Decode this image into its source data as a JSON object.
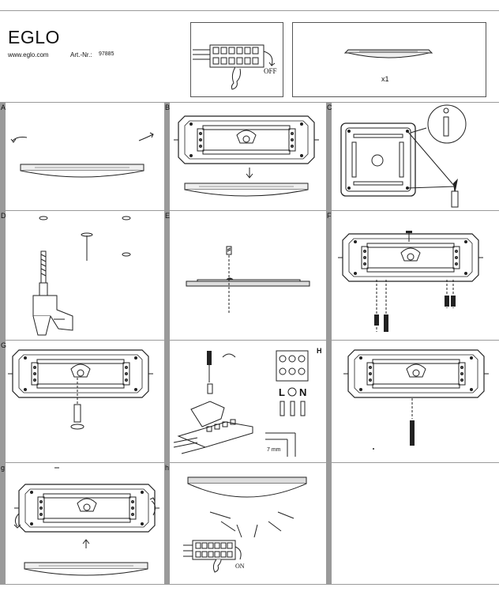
{
  "header": {
    "brand": "EGLO",
    "website": "www.eglo.com",
    "art_label": "Art.-Nr.:",
    "art_number": "97885"
  },
  "top_boxes": {
    "power_off_label": "OFF",
    "quantity_label": "x1"
  },
  "steps": [
    {
      "label": "A",
      "icon": "lamp-cover-rotate"
    },
    {
      "label": "B",
      "icon": "remove-diffuser"
    },
    {
      "label": "C",
      "icon": "mark-drill-holes"
    },
    {
      "label": "D",
      "icon": "drill-holes"
    },
    {
      "label": "E",
      "icon": "ceiling-level"
    },
    {
      "label": "F",
      "icon": "mount-base-screws"
    },
    {
      "label": "G",
      "icon": "fix-screw"
    },
    {
      "label": "H",
      "icon": "wiring"
    },
    {
      "label": "",
      "icon": "tighten-screw"
    },
    {
      "label": "g",
      "icon": "refit-diffuser"
    },
    {
      "label": "h",
      "icon": "finished-lamp-on"
    },
    {
      "label": "",
      "icon": "empty"
    }
  ],
  "wiring": {
    "l_label": "L",
    "earth_label": "⏚",
    "n_label": "N",
    "strip_length": "7 mm",
    "power_on_label": "ON"
  }
}
